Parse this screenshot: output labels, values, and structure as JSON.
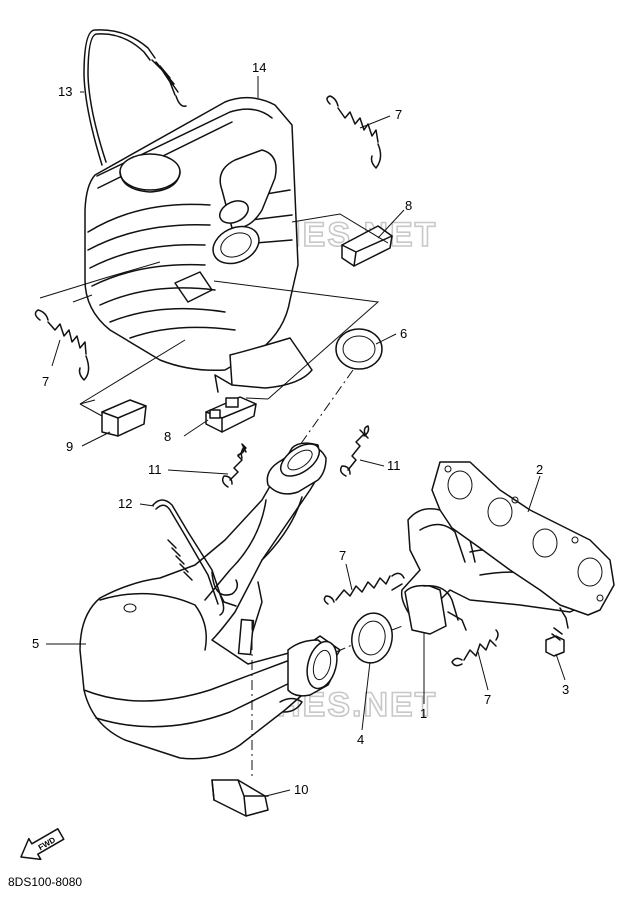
{
  "diagram": {
    "part_code": "8DS100-8080",
    "watermark": "MICROFICHES.NET",
    "direction_label": "FWD",
    "callouts": [
      {
        "id": "c13",
        "label": "13"
      },
      {
        "id": "c14",
        "label": "14"
      },
      {
        "id": "c7a",
        "label": "7"
      },
      {
        "id": "c8a",
        "label": "8"
      },
      {
        "id": "c6",
        "label": "6"
      },
      {
        "id": "c7b",
        "label": "7"
      },
      {
        "id": "c8b",
        "label": "8"
      },
      {
        "id": "c9",
        "label": "9"
      },
      {
        "id": "c11a",
        "label": "11"
      },
      {
        "id": "c11b",
        "label": "11"
      },
      {
        "id": "c12",
        "label": "12"
      },
      {
        "id": "c2",
        "label": "2"
      },
      {
        "id": "c7c",
        "label": "7"
      },
      {
        "id": "c5",
        "label": "5"
      },
      {
        "id": "c3",
        "label": "3"
      },
      {
        "id": "c7d",
        "label": "7"
      },
      {
        "id": "c1",
        "label": "1"
      },
      {
        "id": "c4",
        "label": "4"
      },
      {
        "id": "c10",
        "label": "10"
      }
    ]
  }
}
